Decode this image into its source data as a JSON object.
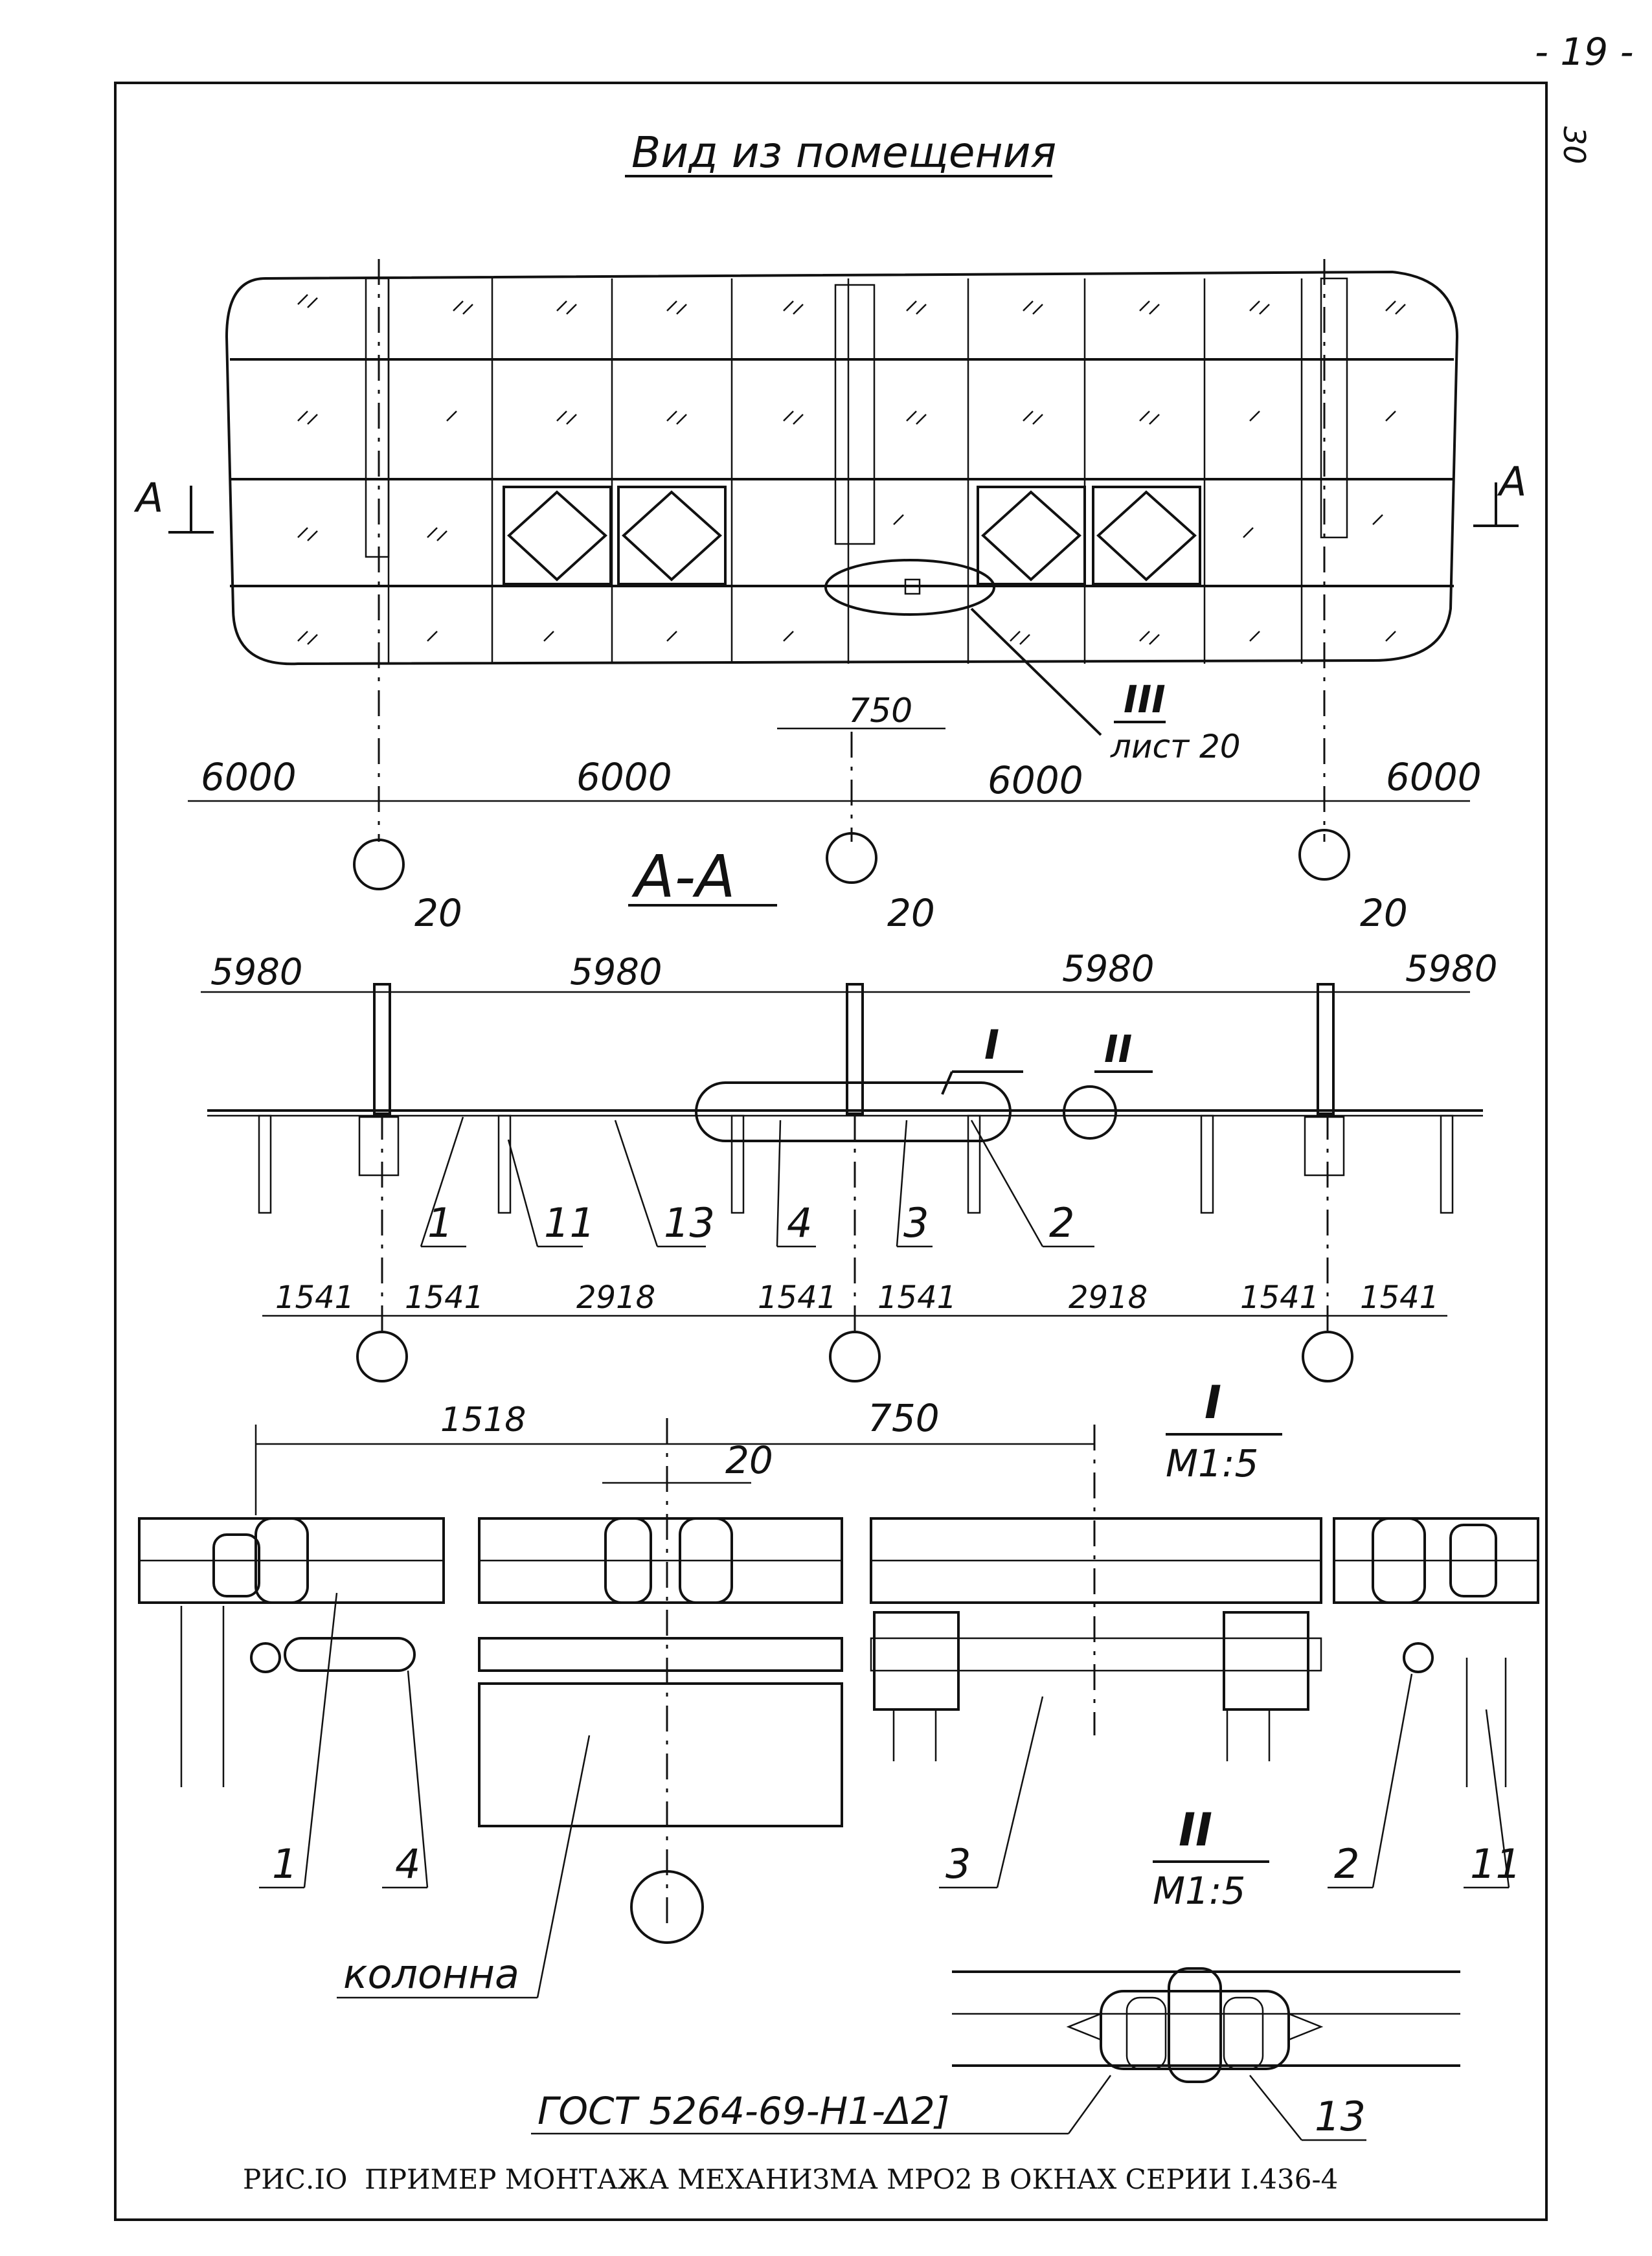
{
  "page_number": "- 19 -",
  "sheet_margin_number": "30",
  "title": "Вид из помещения",
  "section_marker": "А",
  "callout": {
    "ref": "III",
    "sheet": "лист 20"
  },
  "dim_750_top": "750",
  "span_dims": [
    "6000",
    "6000",
    "6000",
    "6000"
  ],
  "section_title": "А-А",
  "gap_labels": [
    "20",
    "20",
    "20"
  ],
  "section_dims": [
    "5980",
    "5980",
    "5980",
    "5980"
  ],
  "detail_refs": [
    "I",
    "II"
  ],
  "part_numbers_section": [
    "1",
    "11",
    "13",
    "4",
    "3",
    "2"
  ],
  "bottom_dims": [
    "1541",
    "1541",
    "2918",
    "1541",
    "1541",
    "2918",
    "1541",
    "1541"
  ],
  "detail_dims": {
    "d1518": "1518",
    "d750": "750",
    "d20": "20"
  },
  "detail_I": {
    "ref": "I",
    "scale": "М1:5"
  },
  "detail_II": {
    "ref": "II",
    "scale": "М1:5"
  },
  "part_numbers_detail": [
    "1",
    "4",
    "3",
    "2",
    "11"
  ],
  "column_label": "колонна",
  "gost_label": "ГОСТ 5264-69-Н1-Δ2]",
  "weld_part": "13",
  "caption": "РИС.IO  ПРИМЕР МОНТАЖА МЕХАНИЗМА МРО2 В ОКНАХ СЕРИИ I.436-4"
}
